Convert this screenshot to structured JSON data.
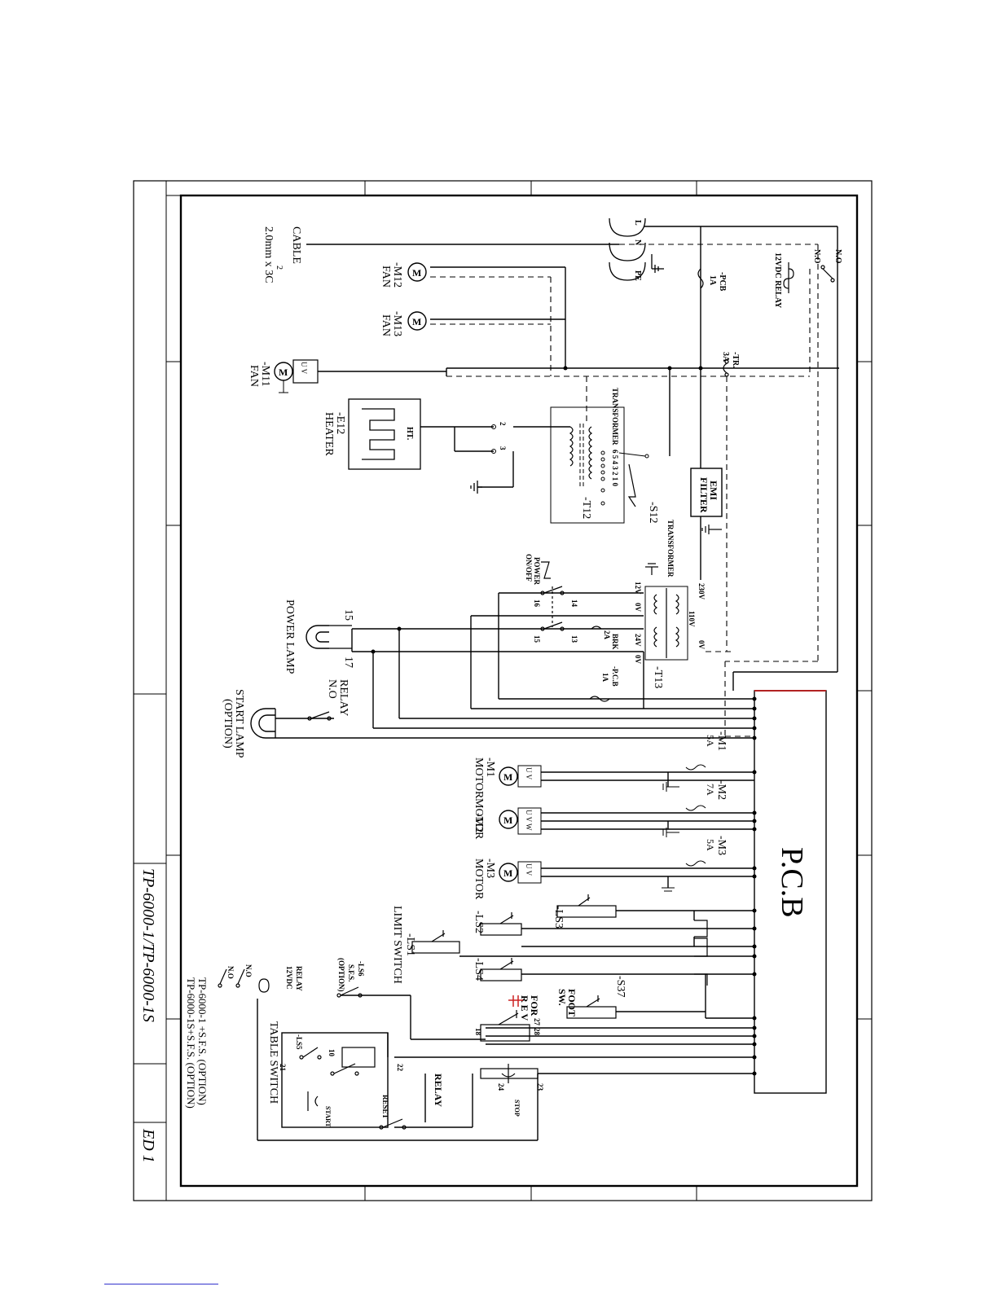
{
  "title_block": {
    "model": "TP-6000-1/TP-6000-1S",
    "edition": "ED 1",
    "notes": [
      "TP-6000-1 +S.F.S. (OPTION)",
      "TP-6000-1S+S.F.S. (OPTION)"
    ]
  },
  "pcb": {
    "label": "P.C.B",
    "accent_color": "#b22222"
  },
  "supply": {
    "cable": "CABLE",
    "cable_spec": "2.0mm x 3C",
    "cable_spec_sup": "2",
    "terminals": [
      "L",
      "N",
      "PE"
    ],
    "relay": "12VDC RELAY",
    "relay_no_1": "N.O",
    "relay_no_2": "N.O",
    "fuse_pcb": "-PCB",
    "fuse_pcb_rating": "1A",
    "fuse_tr": "-TR.",
    "fuse_tr_rating": "3A",
    "emi_filter_1": "EMI",
    "emi_filter_2": "FILTER"
  },
  "fans": [
    {
      "id": "-M12",
      "label": "FAN",
      "symbol": "M"
    },
    {
      "id": "-M13",
      "label": "FAN",
      "symbol": "M"
    },
    {
      "id": "-M11",
      "label": "FAN",
      "symbol": "M",
      "terminals": "U V"
    }
  ],
  "heater": {
    "id": "-E12",
    "label": "HEATER",
    "tag": "HT.",
    "pins": [
      "2",
      "3"
    ]
  },
  "transformer_t12": {
    "label": "TRANSFORMER",
    "id": "-T12",
    "taps": "6 5 4 3 2 1 0",
    "switch": "-S12"
  },
  "transformer_t13": {
    "label": "TRANSFORMER",
    "id": "-T13",
    "primary": [
      "230V",
      "110V",
      "0V"
    ],
    "secondary": [
      "12V",
      "0V",
      "24V",
      "0V"
    ],
    "brk": "BRK",
    "brk_rating": "2A",
    "fuse": "-P.C.B",
    "fuse_rating": "1A"
  },
  "power_switch": {
    "label_1": "POWER",
    "label_2": "ON/OFF",
    "pins": [
      "14",
      "16",
      "13",
      "15"
    ]
  },
  "power_lamp": {
    "label": "POWER LAMP",
    "pins": [
      "15",
      "17"
    ]
  },
  "start_lamp": {
    "relay": "RELAY",
    "relay_no": "N.O",
    "label": "START LAMP",
    "option": "(OPTION)"
  },
  "motors": [
    {
      "id": "-M1",
      "label": "MOTOR",
      "fuse": "-M1",
      "rating": "5A",
      "terminals": "U V"
    },
    {
      "id": "-M2",
      "label": "MOTOR",
      "fuse": "-M2",
      "rating": "7A",
      "terminals": "U V W"
    },
    {
      "id": "-M3",
      "label": "MOTOR",
      "fuse": "-M3",
      "rating": "5A",
      "terminals": "U V"
    }
  ],
  "limit_switches": {
    "ls1": "-LS1",
    "ls2": "-LS2",
    "ls3": "-LS3",
    "ls4": "-LS4",
    "label": "LIMIT SWITCH"
  },
  "foot_switch": {
    "id": "-S37",
    "label_1": "FOOT",
    "label_2": "SW.",
    "for_rev_1": "FOR",
    "for_rev_2": "R E V",
    "pins": [
      "27",
      "28",
      "18"
    ]
  },
  "table_switch": {
    "label": "TABLE SWITCH",
    "ls5": "-LS5",
    "ls6": "-LS6",
    "sfs": "S.F.S.",
    "sfs_option": "(OPTION)",
    "relay": "RELAY",
    "relay_v": "12VDC",
    "relay_no_1": "N.O",
    "relay_no_2": "N.O",
    "start": "START",
    "reset": "RESET",
    "stop": "STOP",
    "relay2": "RELAY",
    "pins": [
      "10",
      "21",
      "22",
      "23",
      "24"
    ]
  }
}
